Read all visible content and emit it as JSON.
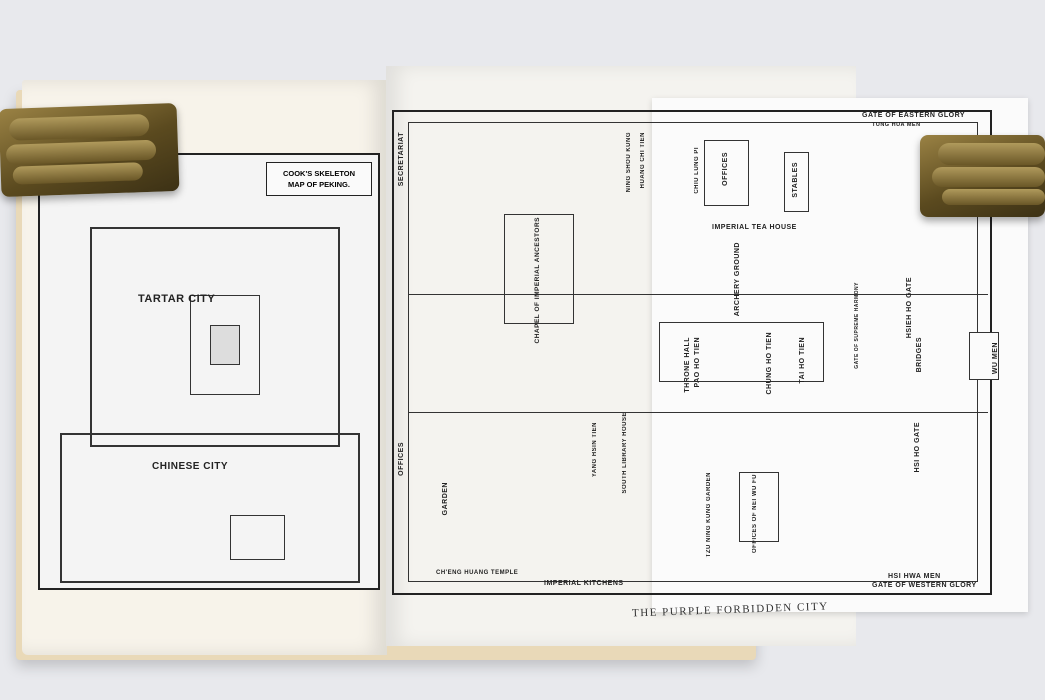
{
  "left_map": {
    "title_line1": "COOK'S SKELETON",
    "title_line2": "MAP OF PEKING.",
    "tartar_city": "TARTAR CITY",
    "chinese_city": "CHINESE CITY"
  },
  "right_map": {
    "secretariat": "SECRETARIAT",
    "offices_left": "OFFICES",
    "offices_top": "OFFICES",
    "stables": "STABLES",
    "tea_house": "IMPERIAL TEA HOUSE",
    "chapel": "CHAPEL OF IMPERIAL ANCESTORS",
    "archery": "ARCHERY GROUND",
    "throne_hall": "THRONE HALL",
    "pao_ho_tien": "PAO HO TIEN",
    "chung_ho_tien": "CHUNG HO TIEN",
    "tai_ho_tien": "TAI HO TIEN",
    "gate_supreme_harmony": "GATE OF SUPREME HARMONY",
    "hsieh_ho_gate": "HSIEH HO GATE",
    "bridges": "BRIDGES",
    "wu_men": "WU MEN",
    "hsi_ho_gate": "HSI HO GATE",
    "nei_wu_fu": "OFFICES OF NEI WU FU",
    "tzu_ning_garden": "TZU NING KUNG GARDEN",
    "imperial_kitchens": "IMPERIAL KITCHENS",
    "cheng_huang": "CH'ENG HUANG TEMPLE",
    "garden": "GARDEN",
    "yang_hsin_tien": "YANG HSIN TIEN",
    "south_library": "SOUTH LIBRARY HOUSE",
    "ning_shou_kung": "NING SHOU KUNG",
    "huang_chi_tien": "HUANG CHI TIEN",
    "chiu_lung_pi": "CHIU LUNG PI",
    "gate_eastern": "GATE OF EASTERN GLORY",
    "tung_hua_men": "TUNG HUA MEN",
    "hsi_hwa_men": "HSI HWA MEN",
    "gate_western": "GATE OF WESTERN GLORY"
  },
  "caption": "THE PURPLE FORBIDDEN CITY",
  "colors": {
    "brass": "#8a7338",
    "paper": "#f4f3ef",
    "ink": "#222222",
    "background": "#e8e9ed"
  }
}
